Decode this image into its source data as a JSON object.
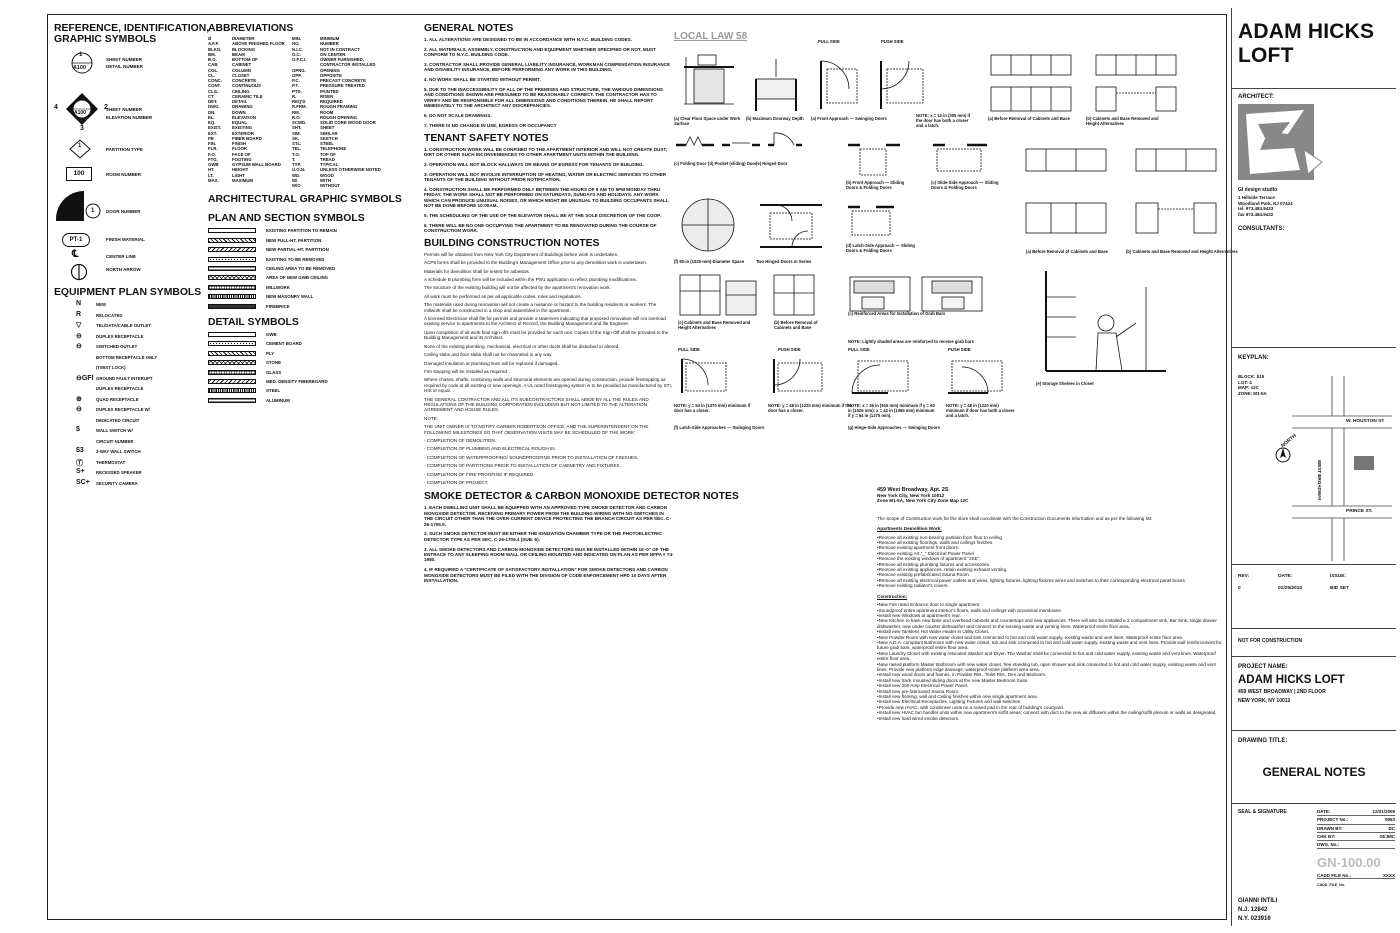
{
  "col1": {
    "ref_title_1": "REFERENCE, IDENTIFICATION,",
    "ref_title_2": "GRAPHIC SYMBOLS",
    "symbols": [
      {
        "icon": "section-marker-icon",
        "tag": "1",
        "ref": "A100",
        "label": "SHEET NUMBER"
      },
      {
        "icon": "",
        "tag": "",
        "ref": "",
        "label": "DETAIL NUMBER"
      },
      {
        "icon": "elevation-marker-icon",
        "tag": "2",
        "ref": "A100",
        "label": "SHEET NUMBER"
      },
      {
        "icon": "",
        "tag": "",
        "ref": "",
        "label": "ELEVATION NUMBER"
      },
      {
        "icon": "partition-type-icon",
        "tag": "1",
        "ref": "",
        "label": "PARTITION TYPE"
      },
      {
        "icon": "room-number-icon",
        "tag": "100",
        "ref": "",
        "label": "ROOM NUMBER"
      },
      {
        "icon": "door-number-icon",
        "tag": "1",
        "ref": "",
        "label": "DOOR NUMBER"
      },
      {
        "icon": "finish-material-icon",
        "tag": "PT-1",
        "ref": "",
        "label": "FINISH MATERIAL"
      },
      {
        "icon": "center-line-icon",
        "tag": "℄",
        "ref": "",
        "label": "CENTER LINE"
      },
      {
        "icon": "north-arrow-icon",
        "tag": "",
        "ref": "",
        "label": "NORTH ARROW"
      }
    ],
    "marker_digits": {
      "left": "4",
      "right": "2",
      "bottom": "3"
    },
    "equip_title": "EQUIPMENT PLAN SYMBOLS",
    "equipment": [
      {
        "sym": "N",
        "label": "NEW"
      },
      {
        "sym": "R",
        "label": "RELOCATED"
      },
      {
        "sym": "▽",
        "label": "TEL/DATA/CABLE OUTLET"
      },
      {
        "sym": "⊖",
        "label": "DUPLEX RECEPTACLE"
      },
      {
        "sym": "⊖",
        "label": "SWITCHED OUTLET"
      },
      {
        "sym": "",
        "label": "BOTTOM RECEPTACLE ONLY"
      },
      {
        "sym": "",
        "label": "(TWIST LOCK)"
      },
      {
        "sym": "⊖GFI",
        "label": "GROUND FAULT INTERUPT"
      },
      {
        "sym": "",
        "label": "DUPLEX RECEPTACLE"
      },
      {
        "sym": "⊕",
        "label": "QUAD RECEPTACLE"
      },
      {
        "sym": "⊖",
        "label": "DUPLEX RECEPTACLE W/"
      },
      {
        "sym": "",
        "label": "DEDICATED CIRCUIT"
      },
      {
        "sym": "$",
        "label": "WALL SWITCH W/"
      },
      {
        "sym": "",
        "label": "CIRCUIT NUMBER"
      },
      {
        "sym": "$3",
        "label": "3-WAY WALL SWITCH"
      },
      {
        "sym": "Ⓣ",
        "label": "THERMOSTAT"
      },
      {
        "sym": "S+",
        "label": "RECESSED SPEAKER"
      },
      {
        "sym": "SC+",
        "label": "SECURITY CAMERA"
      }
    ]
  },
  "col2": {
    "abbr_title": "ABBREVIATIONS",
    "abbreviations": [
      [
        "Ø",
        "DIAMETER",
        "MIN.",
        "MINIMUM"
      ],
      [
        "A.F.F.",
        "ABOVE FINISHED FLOOR",
        "NO.",
        "NUMBER"
      ],
      [
        "BLKG.",
        "BLOCKING",
        "N.I.C.",
        "NOT IN CONTRACT"
      ],
      [
        "BM.",
        "BEAM",
        "O.C.",
        "ON CENTER"
      ],
      [
        "B.O.",
        "BOTTOM OF",
        "O.F.C.I.",
        "OWNER FURNISHED,"
      ],
      [
        "CAB.",
        "CABINET",
        "",
        "CONTRACTOR INSTALLED"
      ],
      [
        "COL.",
        "COLUMN",
        "OPNG.",
        "OPENING"
      ],
      [
        "CL.",
        "CLOSET",
        "OPP.",
        "OPPOSITE"
      ],
      [
        "CONC.",
        "CONCRETE",
        "P.C.",
        "PRECAST CONCRETE"
      ],
      [
        "CONT.",
        "CONTINUOUS",
        "P.T.",
        "PRESSURE TREATED"
      ],
      [
        "CLG.",
        "CEILING",
        "PTD.",
        "PAINTED"
      ],
      [
        "CT",
        "CERAMIC TILE",
        "R.",
        "RISER"
      ],
      [
        "DET.",
        "DETAIL",
        "REQ'D",
        "REQUIRED"
      ],
      [
        "DWG.",
        "DRAWING",
        "R.FRM.",
        "ROUGH FRAMING"
      ],
      [
        "DN.",
        "DOWN",
        "RM.",
        "ROOM"
      ],
      [
        "EL.",
        "ELEVATION",
        "R.O.",
        "ROUGH OPENING"
      ],
      [
        "EQ.",
        "EQUAL",
        "SCWD.",
        "SOLID CORE WOOD DOOR"
      ],
      [
        "EXIST.",
        "EXISTING",
        "SHT.",
        "SHEET"
      ],
      [
        "EXT.",
        "EXTERIOR",
        "SIM.",
        "SIMILAR"
      ],
      [
        "FB",
        "FIBER BOARD",
        "SK.",
        "SKETCH"
      ],
      [
        "FIN.",
        "FINISH",
        "STL.",
        "STEEL"
      ],
      [
        "FLR.",
        "FLOOR",
        "TEL.",
        "TELEPHONE"
      ],
      [
        "F.O.",
        "FACE OF",
        "T.O.",
        "TOP OF"
      ],
      [
        "FTG.",
        "FOOTING",
        "T.",
        "TREAD"
      ],
      [
        "GWB",
        "GYPSUM WALL BOARD",
        "TYP.",
        "TYPICAL"
      ],
      [
        "HT.",
        "HEIGHT",
        "U.O.N.",
        "UNLESS OTHERWISE NOTED"
      ],
      [
        "LT.",
        "LIGHT",
        "WD.",
        "WOOD"
      ],
      [
        "MAX.",
        "MAXIMUM",
        "W/",
        "WITH"
      ],
      [
        "",
        "",
        "W/O",
        "WITHOUT"
      ]
    ],
    "arch_title": "ARCHITECTURAL GRAPHIC SYMBOLS",
    "plan_title": "PLAN AND SECTION SYMBOLS",
    "plan_items": [
      {
        "sw": "sw-empty",
        "label": "EXISTING PARTITION TO REMAIN"
      },
      {
        "sw": "sw-hatch",
        "label": "NEW FULL-HT. PARTITION"
      },
      {
        "sw": "sw-hatch2",
        "label": "NEW PARTIAL-HT. PARTITION"
      },
      {
        "sw": "sw-dots",
        "label": "EXISTING TO BE REMOVED"
      },
      {
        "sw": "sw-wave",
        "label": "CEILING AREA TO BE REMOVED"
      },
      {
        "sw": "sw-cross",
        "label": "AREA OF NEW GWB CEILING"
      },
      {
        "sw": "sw-grid",
        "label": "MILLWORK"
      },
      {
        "sw": "sw-dark",
        "label": "NEW MASONRY WALL"
      },
      {
        "sw": "sw-solid",
        "label": "FIREBRICK"
      }
    ],
    "detail_title": "DETAIL SYMBOLS",
    "detail_items": [
      {
        "sw": "sw-empty",
        "label": "GWB"
      },
      {
        "sw": "sw-dots",
        "label": "CEMENT BOARD"
      },
      {
        "sw": "sw-hatch",
        "label": "PLY"
      },
      {
        "sw": "sw-cross",
        "label": "STONE"
      },
      {
        "sw": "sw-grid",
        "label": "GLASS"
      },
      {
        "sw": "sw-hatch2",
        "label": "MED. DENSITY FIBERBOARD"
      },
      {
        "sw": "sw-dark",
        "label": "STEEL"
      },
      {
        "sw": "sw-wave",
        "label": "ALUMINUM"
      }
    ]
  },
  "col3": {
    "general_title": "GENERAL NOTES",
    "general": [
      "1. ALL ALTERATIONS ARE DESIGNED TO BE IN ACCORDANCE WITH N.Y.C. BUILDING CODES.",
      "2. ALL MATERIALS, ASSEMBLY, CONSTRUCTION AND EQUIPMENT WHETHER SPECIFIED OR NOT, MUST CONFORM TO N.Y.C. BUILDING CODE.",
      "3. CONTRACTOR SHALL PROVIDE GENERAL LIABILITY INSURANCE, WORKMAN COMPENSATION INSURANCE AND DISABILITY INSURANCE, BEFORE PERFORMING ANY WORK IN THIS BUILDING.",
      "4. NO WORK SHALL BE STARTED WITHOUT PERMIT.",
      "5. DUE TO THE INACCESSIBILITY OF ALL OF THE PREMISES AND STRUCTURE, THE VARIOUS DIMENSIONS AND CONDITIONS SHOWN ARE PRESUMED TO BE REASONABLY CORRECT. THE CONTRACTOR HAS TO VERIFY AND BE RESPONSIBLE FOR ALL DIMENSIONS AND CONDITIONS THEREIN. HE SHALL REPORT IMMEDIATELY TO THE ARCHITECT ANY DISCREPANCIES.",
      "6. DO NOT SCALE DRAWINGS.",
      "7. THERE IS NO CHANGE IN USE, EGRESS OR OCCUPANCY"
    ],
    "tenant_title": "TENANT SAFETY NOTES",
    "tenant": [
      "1. CONSTRUCTION WORK WILL BE CONFINED TO THE APARTMENT INTERIOR AND WILL NOT CREATE DUST, DIRT OR OTHER SUCH INCONVENIENCES TO OTHER APARTMENT UNITS WITHIN THE BUILDING.",
      "2. OPERATION WILL NOT BLOCK HALLWAYS OR MEANS OF EGRESS FOR TENANTS OF BUILDING.",
      "3. OPERATION WILL NOT INVOLVE INTERRUPTION OF HEATING, WATER OR ELECTRIC SERVICES TO OTHER TENANTS OF THE BUILDING WITHOUT PRIOR NOTIFICATION.",
      "4. CONSTRUCTION SHALL BE PERFORMED ONLY BETWEEN THE HOURS OF 8 AM TO 5PM MONDAY THRU FRIDAY. THE WORK SHALL NOT BE PERFORMED ON SATURDAYS, SUNDAYS AND HOLIDAYS. ANY WORK WHICH CAN PRODUCE UNUSUAL NOISES, OR WHICH MIGHT BE UNUSUAL TO BUILDING OCCUPANTS SHALL NOT BE DONE BEFORE 10:00AM.",
      "5. THE SCHEDULING OF THE USE OF THE ELEVATOR SHALL BE AT THE SOLE DISCRETION OF THE COOP.",
      "6. THERE WILL BE NO ONE OCCUPYING THE APARTMENT TO BE RENOVATED DURING THE COURSE OF CONSTRUCTION WORK."
    ],
    "bcn_title": "BUILDING CONSTRUCTION NOTES",
    "bcn": [
      "Permits will be obtained from New York City Department of Buildings before work is undertaken.",
      "ACP5 forms shall be provided to the Building's Management Office prior to any demolition work is undertaken.",
      "Materials for demolition shall be tested for asbestos.",
      "A schedule B plumbing form will be included within the PW1 application to reflect plumbing modifications.",
      "The structure of the existing building will not be affected by the apartment's renovation work.",
      "All work must be performed as per all applicable codes, rules and regulations.",
      "The materials used during renovation will not create a nuisance or hazard to the building residents or workers. The millwork shall be constructed in a shop and assembled in the apartment.",
      "A licensed Electrician shall file for permits and provide a statement indicating that proposed renovation will not overload existing service to apartments to the Architect of Record, the Building Management and file Engineer.",
      "Upon completion of all work final sign-offs must be provided for each unit. Copies of the Sign-Off shall be provided to the Building Management and its Architect.",
      "None of the existing plumbing, mechanical, electrical or other ducts shall be disturbed or altered.",
      "Ceiling slabs and floor slabs shall not be channeled in any way.",
      "Damaged insulation at plumbing lines will be replaced if damaged.",
      "Fire stopping will be installed as required.",
      "Where chases, shafts, combining walls and structural elements are opened during construction, provide firestopping as required by code at all existing or new openings. A UL rated firestopping system is to be provided as manufactured by STI, HIS or equal.",
      "THE GENERAL CONTRACTOR AND ALL ITS SUBCONTRACTORS SHALL ABIDE BY ALL THE RULES AND REGULATIONS OF THE BUILDING CORPORATION INCLUDING BUT NOT LIMITED TO THE ALTERATION AGREEMENT AND HOUSE RULES.",
      "NOTE:",
      "THE UNIT OWNER IS TO NOTIFY GARBER ROBERTSON OFFICE, AND THE SUPERINTENDENT ON THE FOLLOWING MILESTONES SO THAT OBSERVATION VISITS MAY BE SCHEDULED OF THE WORK:",
      "- COMPLETION OF DEMOLITION.",
      "- COMPLETION OF PLUMBING AND ELECTRICAL ROUGH IN.",
      "- COMPLETION OF WATERPROOFING/ SOUNDPROOFING PRIOR TO INSTALLATION OF FINISHES.",
      "- COMPLETION OF PARTITIONS PRIOR TO INSTALLATION OF CABINETRY AND FIXTURES.",
      "- COMPLETION OF FIRE PROOFING IF REQUIRED.",
      "- COMPLETION OF PROJECT."
    ],
    "smoke_title": "SMOKE DETECTOR & CARBON MONOXIDE DETECTOR NOTES",
    "smoke": [
      "1. EACH DWELLING UNIT SHALL BE EQUIPPED WITH AN APPROVED TYPE SMOKE DETECTOR AND CARBON MONOXIDE DETECTOR. RECEIVING PRIMARY POWER FROM THE BUILDING WIRING WITH NO SWITCHES IN THE CIRCUIT OTHER THAN THE OVER-CURRENT DEVICE PROTECTING THE BRANCH CIRCUIT AS PER SEC. C-26-1705.5.",
      "2. SUCH SMOKE DETECTOR MUST BE EITHER THE IONIZATION CHAMBER TYPE OR THE PHOTOELECTRIC DETECTOR TYPE AS PER SEC. C-26-1705.4 (SUB. 6).",
      "3. ALL SMOKE DETECTORS AND CARBON MONOXIDE DETECTORS MUS BE INSTALLED WITHIN 15'-0\" OF THE ENTRACE TO ANY SLEEPING ROOM WALL OR CEILING MOUNTED AND INDICATED ON PLAN AS PER NFPA # 74-1980.",
      "4. IF REQUIRED A \"CERTIFICATE OF SATISFACTORY INSTALLATION\" FOR SMOKE DETECTORS AND CARBON MONOXIDE DETECTORS MUST BE FILED WITH THE DIVISION OF CODE ENFORCEMENT HPD 10 DAYS AFTER INSTALLATION."
    ]
  },
  "col4": {
    "local_law": "LOCAL LAW 58",
    "captions": {
      "a1": "(a) Clear Floor Space under Work Surface",
      "b1": "(b) Maximum Doorway Depth",
      "a2": "(a) Front Approach — Swinging Doors",
      "note_x": "NOTE: x = 12 in (305 mm) if the door has both a closer and a latch.",
      "c1": "(c) Folding Door",
      "d1": "(d) Pocket (sliding) Door",
      "e1": "(e) Hinged Door",
      "front_sliding": "(b) Front Approach — Sliding Doors & Folding Doors",
      "slide_side": "(c) Slide-Side Approach — Sliding Doors & Folding Doors",
      "latch_side": "(d) Latch-Side Approach — Sliding Doors & Folding Doors",
      "diam": "(f) 60-in (1525-mm)-Diameter Space",
      "two_doors": "Two Hinged Doors in Series",
      "cab_before1": "(a) Before Removal of Cabinets and Base",
      "cab_after1": "(b) Cabinets and Base Removed and Height Alternatives",
      "cab_before2": "(a) Before Removal of Cabinets and Base",
      "cab_after2": "(b) Cabinets and Base Removed and Height Alternatives",
      "cab_removed": "(c) Cabinets and Base Removed and Height Alternatives",
      "cab_before3": "(b) Before Removal of Cabinets and Base",
      "grab": "(c) Reinforced Areas for Installation of Grab Bars",
      "grab_note": "NOTE: Lightly shaded areas are reinforced to receive grab bars",
      "storage": "(e) Storage Shelves in Closet",
      "latch_swing": "(f) Latch-Side Approaches — Swinging Doors",
      "hinge_swing": "(g) Hinge-Side Approaches — Swinging Doors",
      "pull_side": "PULL SIDE",
      "push_side": "PUSH SIDE",
      "n1": "NOTE: y = 54 in (1370 mm) minimum if door has a closer.",
      "n2": "NOTE: y = 48 in (1220 mm) minimum if the door has a closer.",
      "n3": "NOTE: x = 36 in (915 mm) minimum if y = 60 in (1525 mm); x = 42 in (1065 mm) minimum if y = 54 in (1370 mm).",
      "n4": "NOTE: y = 48 in (1220 mm) minimum if door has both a closer and a latch."
    }
  },
  "col5": {
    "address": "459 West Broadway, Apt. 2S",
    "addr2": "New York City, New York 10012",
    "addr3": "Zone M1-5A, New York City Zone Map 12C",
    "scope": "The Scope of Construction work for the store shall coordinate with the Construction Documents Information and as per the following list:",
    "demo_title": "Apartments Demolition Work:",
    "demo": [
      "•Remove all existing non-bearing partition from floor to ceiling",
      "•Remove all existing floorings, walls and ceilings finishes.",
      "•Remove existing apartment front doors.",
      "•Remove existing Art.\"_\" Electrical Power Panel",
      "•Remove the existing windows of apartment \"2SE\".",
      "•Remove all existing plumbing fixtures and accessories.",
      "•Remove all existing appliances, retain existing exhaust venting.",
      "•Remove existing prefabricated Sauna Room.",
      "•Remove all existing electrical power outlets and wires, lighting fixtures, lighting fixtures wires and switches to their corresponding electrical panel boxes.",
      "•Remove existing radiator's covers."
    ],
    "constr_title": "Construction:",
    "constr": [
      "•New Fire rated Entrance door to single apartment.",
      "•Soundproof entire apartment interior's floors, walls and ceilings with acoustical membrane.",
      "•Install new Windows at apartment's rear.",
      "•New Kitchen to have new base and overhead cabinets and countertops and new appliances. There will also be installed a 2 compartment sink, Bar Sink, single drawer dishwasher, new under counter dishwasher and connect to the existing waste and venting lines. Waterproof entire floor area.",
      "•Install new Tankless Hot Water Heater in Utility Closet.",
      "•New Powder Room with new water closet and sink connected to hot and cold water supply, existing waste and vent lines. Waterproof entire floor area.",
      "•New A.D.A. compliant Bathroom with new water closet, tub and sink connected to hot and cold water supply, existing waste and vent lines. Provide wall reinforcement for future grab bars, waterproof entire floor area.",
      "•New Laundry Closet with existing relocated Washer and Dryer. The Washer shall be connected to hot and cold water supply, existing waste and vent lines. Waterproof entire floor area.",
      "•New raised platform Master Bathroom with new water closet, free standing tub, open shower and sink connected to hot and cold water supply, existing waste and vent lines. Provide new platform edge drainage, waterproof entire platform area area.",
      "•Install new wood doors and frames, in Powder RM., Toilet RM., Den and Bedroom.",
      "•Install new track mounted sliding doors at the new Master Bedroom Suite.",
      "•Install new 200 Amp Electrical Power Panel.",
      "•Install new pre-fabricated Sauna Room.",
      "•Install new flooring, wall and Ceiling finishes within new single apartment area.",
      "•Install new Electrical Receptacles, Lighting Fixtures and wall switches.",
      "•Provide new HVAC, with condenser units on a raised pad in the rear of building's courtyard.",
      "•Install new HVAC fan handler units within new apartment's soffit areas; connect with duct to the new air diffusers within the ceiling/soffit plenum or walls as designated.",
      "•Install new hard wired smoke detectors."
    ]
  },
  "titleblock": {
    "project_big_1": "ADAM HICKS",
    "project_big_2": "LOFT",
    "architect_label": "ARCHITECT:",
    "firm": "GI design studio",
    "firm_addr": [
      "1 Hillside Terrace",
      "Woodland Park, NJ 07424",
      "tel. 973.484.9423",
      "fax 973.484.9432"
    ],
    "consultants_label": "CONSULTANTS:",
    "keyplan_label": "KEYPLAN:",
    "keyplan_info": [
      "BLOCK: 515",
      "LOT: 4",
      "MAP: 12C",
      "ZONE: M1-5A"
    ],
    "streets": {
      "houston": "W. HOUSTON ST",
      "broadway": "WEST BROADWAY",
      "prince": "PRINCE ST.",
      "north": "NORTH"
    },
    "rev_headers": [
      "REV:",
      "DATE:",
      "ISSUE:"
    ],
    "rev_row": [
      "0",
      "01/25/2010",
      "BID SET"
    ],
    "not_for_construction": "NOT FOR CONSTRUCTION",
    "project_name_label": "PROJECT NAME:",
    "project_name": "ADAM HICKS LOFT",
    "project_addr1": "459 WEST BROADWAY | 2ND FLOOR",
    "project_addr2": "NEW YORK, NY 10012",
    "drawing_title_label": "DRAWING TITLE:",
    "drawing_title": "GENERAL NOTES",
    "seal_label": "SEAL & SIGNATURE",
    "meta": [
      [
        "DATE:",
        "12/01/2009"
      ],
      [
        "PROJECT No.:",
        "0953"
      ],
      [
        "DRAWN BY:",
        "DC"
      ],
      [
        "CHK BY:",
        "GI/JMC"
      ],
      [
        "DWG. No.:",
        ""
      ]
    ],
    "sheet_no": "GN-100.00",
    "cadd_label": "CADD FILE No.:",
    "cadd_value": "XXXX",
    "cadd_sub": "CADD_FILE_No.",
    "signer": "GIANNI INTILI",
    "license1": "N.J. 12842",
    "license2": "N.Y. 023916"
  }
}
